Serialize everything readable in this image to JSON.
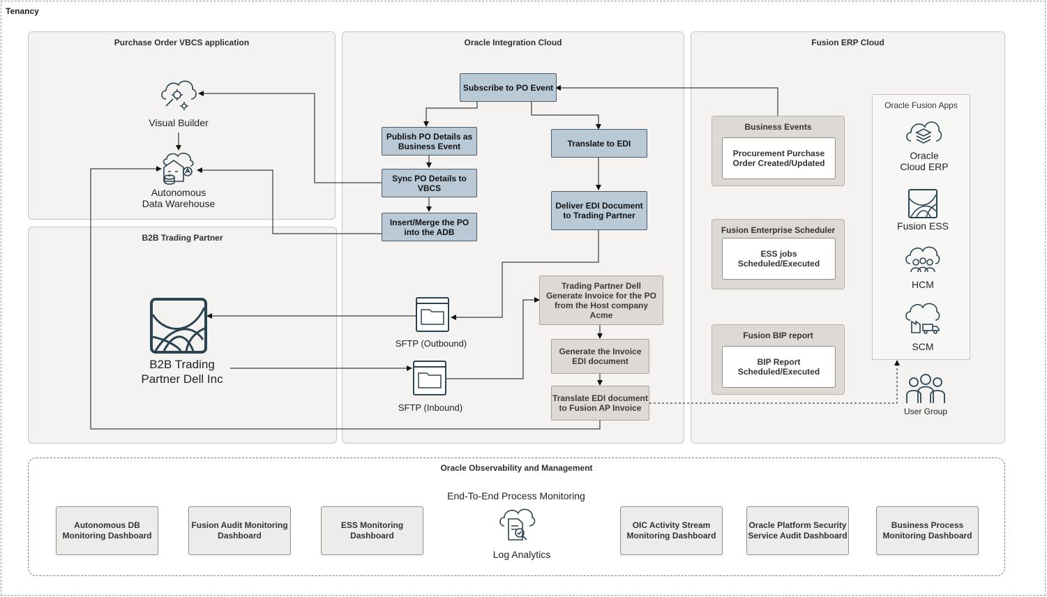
{
  "tenancy": "Tenancy",
  "regions": {
    "vbcs": "Purchase Order VBCS application",
    "b2b": "B2B Trading Partner",
    "oic": "Oracle Integration Cloud",
    "erp": "Fusion ERP Cloud"
  },
  "vbcs": {
    "visual_builder": "Visual Builder",
    "adw_line1": "Autonomous",
    "adw_line2": "Data Warehouse"
  },
  "b2b": {
    "partner_line1": "B2B Trading",
    "partner_line2": "Partner Dell Inc"
  },
  "oic": {
    "subscribe": "Subscribe to PO Event",
    "publish": "Publish PO Details as Business Event",
    "sync": "Sync PO Details to VBCS",
    "insert": "Insert/Merge the PO into the ADB",
    "translate_edi": "Translate to EDI",
    "deliver": "Deliver EDI Document to Trading Partner",
    "generate_invoice": "Trading Partner Dell Generate Invoice for the PO from the Host company Acme",
    "generate_edi": "Generate the Invoice EDI document",
    "translate_ap": "Translate EDI document to Fusion AP Invoice",
    "sftp_out": "SFTP (Outbound)",
    "sftp_in": "SFTP (Inbound)"
  },
  "erp": {
    "business_events": "Business Events",
    "procurement": "Procurement Purchase Order Created/Updated",
    "scheduler": "Fusion Enterprise Scheduler",
    "ess_jobs": "ESS jobs Scheduled/Executed",
    "bip": "Fusion BIP report",
    "bip_report": "BIP Report Scheduled/Executed",
    "fusion_apps": "Oracle Fusion Apps",
    "cloud_erp_line1": "Oracle",
    "cloud_erp_line2": "Cloud ERP",
    "fusion_ess": "Fusion ESS",
    "hcm": "HCM",
    "scm": "SCM",
    "user_group": "User Group"
  },
  "observability": {
    "title": "Oracle Observability and Management",
    "monitoring": "End-To-End Process Monitoring",
    "log_analytics": "Log Analytics",
    "dashboards": [
      "Autonomous DB Monitoring Dashboard",
      "Fusion Audit Monitoring Dashboard",
      "ESS Monitoring Dashboard",
      "OIC Activity Stream Monitoring Dashboard",
      "Oracle Platform Security Service Audit Dashboard",
      "Business Process Monitoring Dashboard"
    ]
  },
  "colors": {
    "oic_step": "#b9c9d6",
    "partner_step": "#dddad5",
    "icon": "#2a4350",
    "region_bg": "#f4f3f1"
  }
}
